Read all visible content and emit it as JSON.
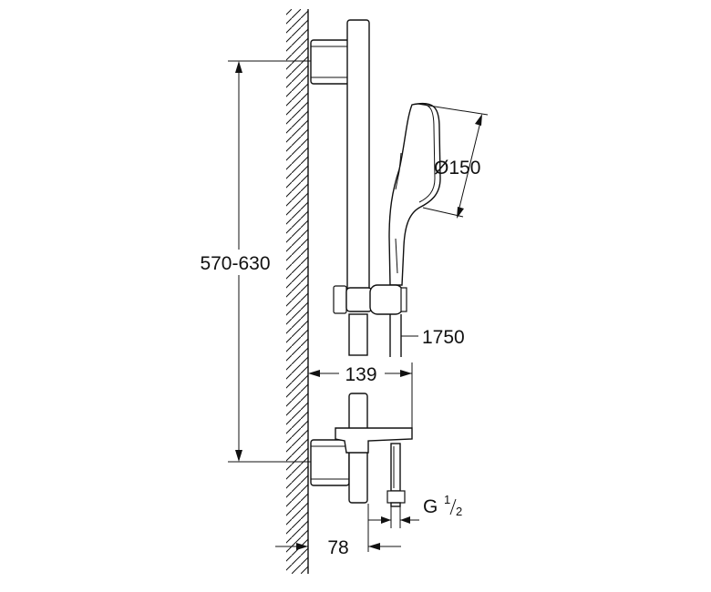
{
  "dimensions": {
    "rail_height": "570-630",
    "head_diameter": "Ø150",
    "hose_length": "1750",
    "offset": "139",
    "wall_distance": "78",
    "thread_base": "G",
    "thread_numerator": "1",
    "thread_denominator": "2"
  },
  "colors": {
    "line": "#111111",
    "background": "#ffffff"
  }
}
